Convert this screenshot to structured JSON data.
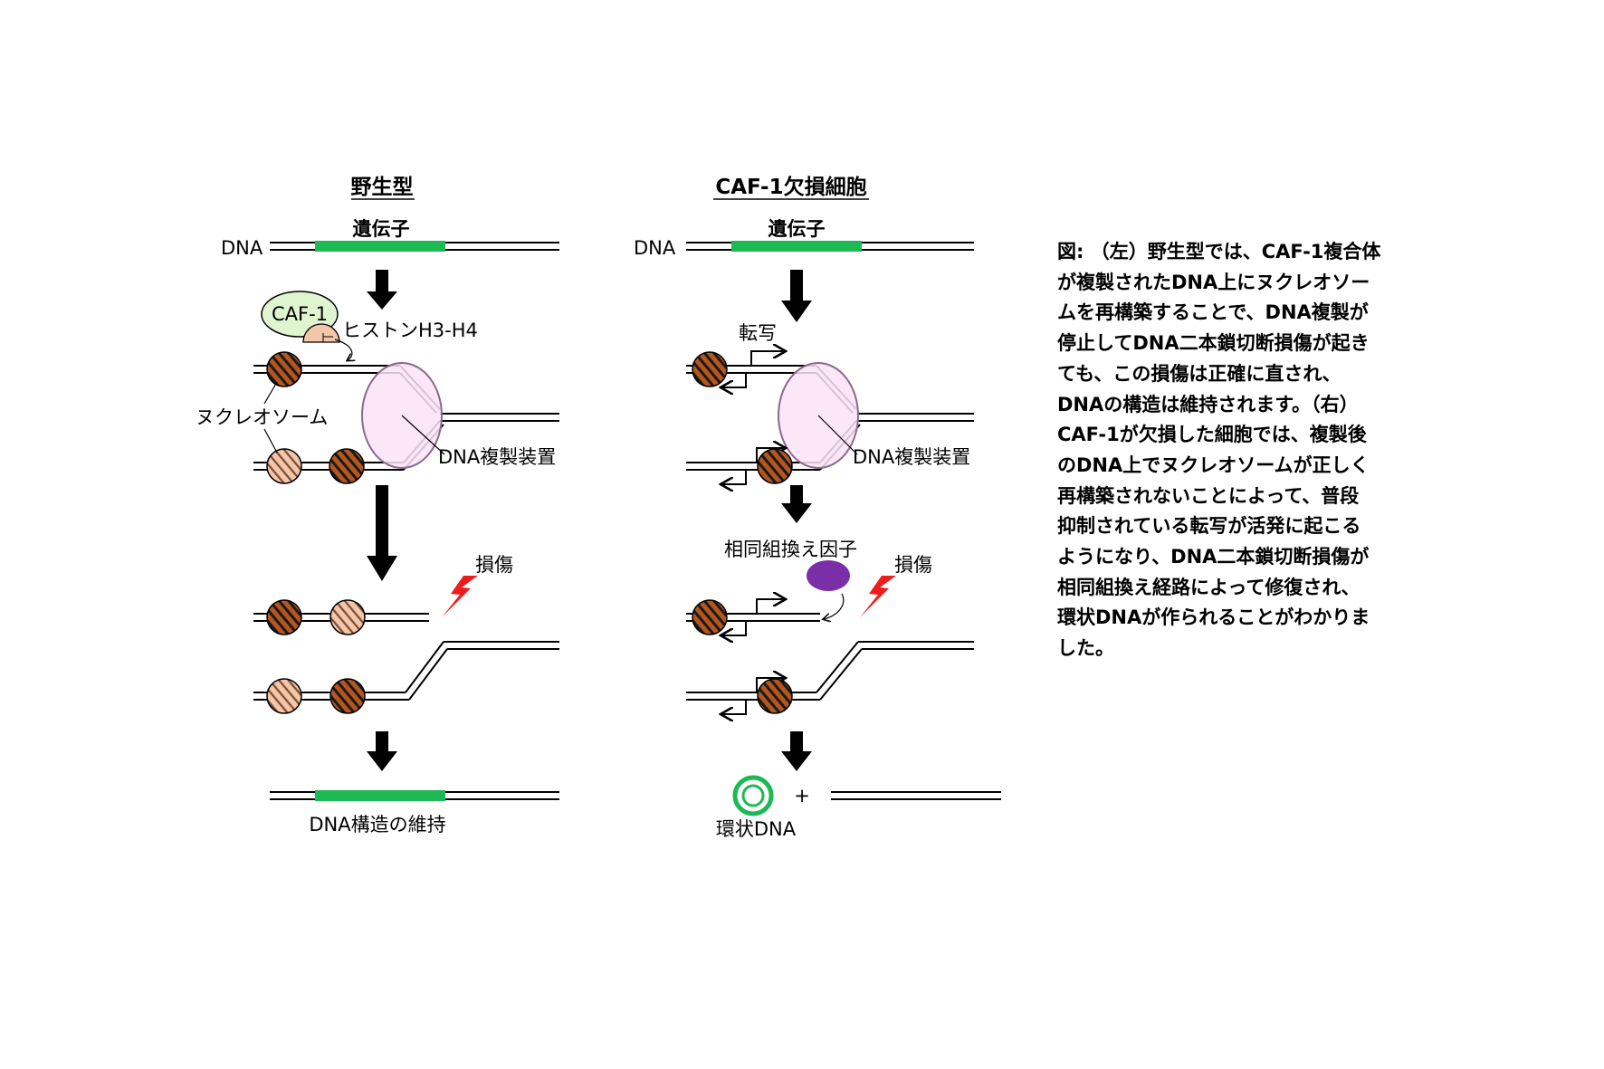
{
  "left_panel": {
    "title": "野生型",
    "dna_label": "DNA",
    "gene_label": "遺伝子",
    "caf1_label": "CAF-1",
    "histone_label": "ヒストンH3-H4",
    "nucleosome_label": "ヌクレオソーム",
    "replisome_label": "DNA複製装置",
    "damage_label": "損傷",
    "result_label": "DNA構造の維持"
  },
  "right_panel": {
    "title": "CAF-1欠損細胞",
    "dna_label": "DNA",
    "gene_label": "遺伝子",
    "transcription_label": "転写",
    "replisome_label": "DNA複製装置",
    "hr_factor_label": "相同組換え因子",
    "damage_label": "損傷",
    "plus_sign": "+",
    "result_label": "環状DNA"
  },
  "caption": {
    "lines": [
      "図: （左）野生型では、CAF-1複合体",
      "が複製されたDNA上にヌクレオソー",
      "ムを再構築することで、DNA複製が",
      "停止してDNA二本鎖切断損傷が起き",
      "ても、この損傷は正確に直され、",
      "DNAの構造は維持されます。（右）",
      "CAF-1が欠損した細胞では、複製後",
      "のDNA上でヌクレオソームが正しく",
      "再構築されないことによって、普段",
      "抑制されている転写が活発に起こる",
      "ようになり、DNA二本鎖切断損傷が",
      "相同組換え経路によって修復され、",
      "環状DNAが作られることがわかりま",
      "した。"
    ]
  },
  "colors": {
    "gene_green": "#1db954",
    "nucleosome_dark": "#b5561f",
    "nucleosome_light": "#f3c6a8",
    "caf1_fill": "#dff5d0",
    "replisome_fill": "#fbe3f8",
    "replisome_stroke": "#8a6a90",
    "hr_factor": "#7a2fa8",
    "damage_red": "#ee1c1c",
    "circular_dna_green": "#1db954"
  }
}
